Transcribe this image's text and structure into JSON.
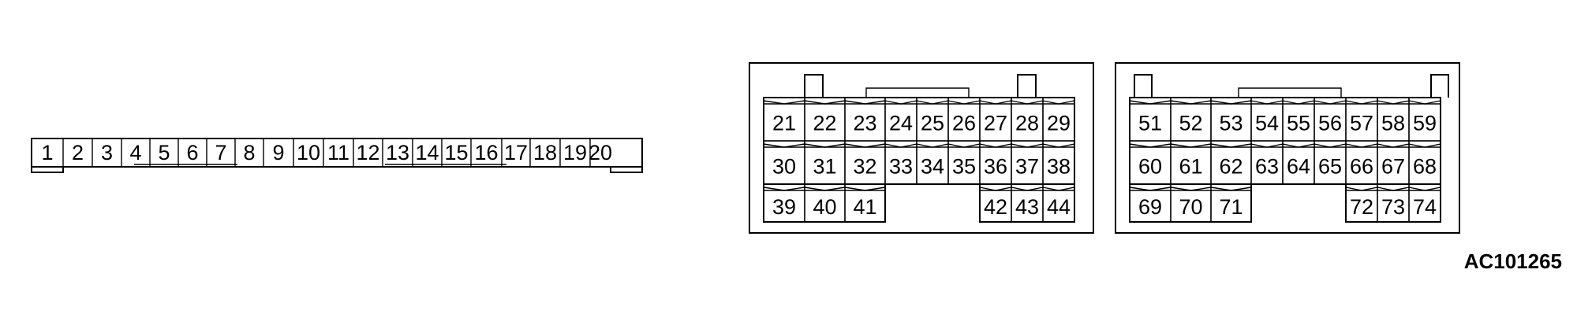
{
  "diagram_code": "AC101265",
  "connector_a": {
    "pins": [
      "1",
      "2",
      "3",
      "4",
      "5",
      "6",
      "7",
      "8",
      "9",
      "10",
      "11",
      "12",
      "13",
      "14",
      "15",
      "16",
      "17",
      "18",
      "19",
      "20"
    ]
  },
  "connector_b": {
    "rows": [
      [
        "21",
        "22",
        "23",
        "24",
        "25",
        "26",
        "27",
        "28",
        "29"
      ],
      [
        "30",
        "31",
        "32",
        "33",
        "34",
        "35",
        "36",
        "37",
        "38"
      ],
      [
        "39",
        "40",
        "41",
        "",
        "",
        "",
        "42",
        "43",
        "44"
      ]
    ]
  },
  "connector_c": {
    "rows": [
      [
        "51",
        "52",
        "53",
        "54",
        "55",
        "56",
        "57",
        "58",
        "59"
      ],
      [
        "60",
        "61",
        "62",
        "63",
        "64",
        "65",
        "66",
        "67",
        "68"
      ],
      [
        "69",
        "70",
        "71",
        "",
        "",
        "",
        "72",
        "73",
        "74"
      ]
    ]
  }
}
